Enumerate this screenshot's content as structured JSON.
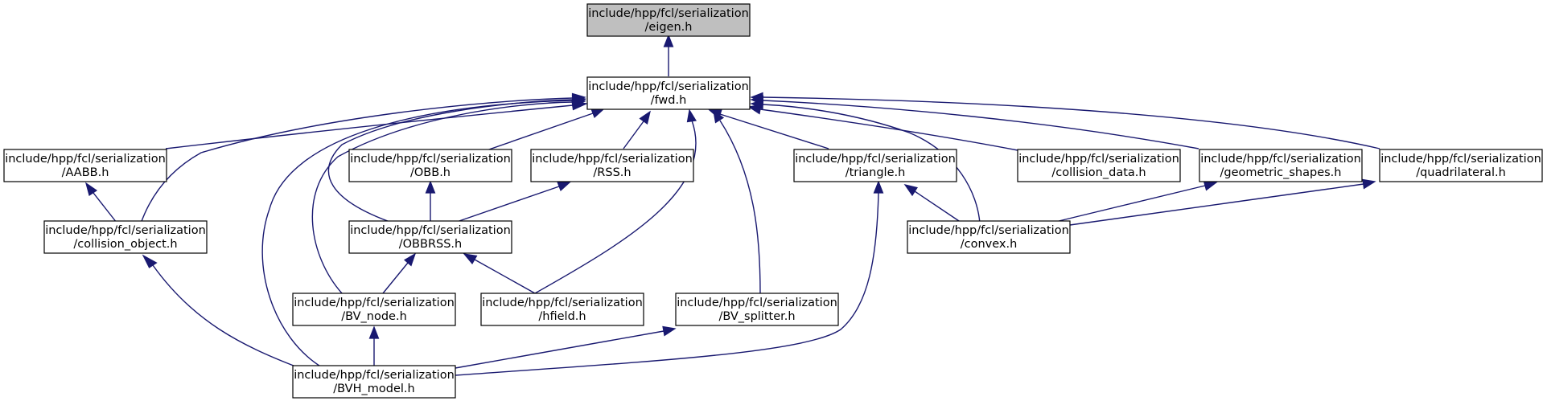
{
  "graph": {
    "colors": {
      "edge": "#191970",
      "root_fill": "#bfbfbf",
      "node_fill": "#ffffff",
      "node_stroke": "#000000"
    },
    "nodes": {
      "eigen": {
        "line1": "include/hpp/fcl/serialization",
        "line2": "/eigen.h"
      },
      "fwd": {
        "line1": "include/hpp/fcl/serialization",
        "line2": "/fwd.h"
      },
      "aabb": {
        "line1": "include/hpp/fcl/serialization",
        "line2": "/AABB.h"
      },
      "obb": {
        "line1": "include/hpp/fcl/serialization",
        "line2": "/OBB.h"
      },
      "rss": {
        "line1": "include/hpp/fcl/serialization",
        "line2": "/RSS.h"
      },
      "triangle": {
        "line1": "include/hpp/fcl/serialization",
        "line2": "/triangle.h"
      },
      "collision_data": {
        "line1": "include/hpp/fcl/serialization",
        "line2": "/collision_data.h"
      },
      "geometric_shapes": {
        "line1": "include/hpp/fcl/serialization",
        "line2": "/geometric_shapes.h"
      },
      "quadrilateral": {
        "line1": "include/hpp/fcl/serialization",
        "line2": "/quadrilateral.h"
      },
      "collision_object": {
        "line1": "include/hpp/fcl/serialization",
        "line2": "/collision_object.h"
      },
      "obbrss": {
        "line1": "include/hpp/fcl/serialization",
        "line2": "/OBBRSS.h"
      },
      "convex": {
        "line1": "include/hpp/fcl/serialization",
        "line2": "/convex.h"
      },
      "bv_node": {
        "line1": "include/hpp/fcl/serialization",
        "line2": "/BV_node.h"
      },
      "hfield": {
        "line1": "include/hpp/fcl/serialization",
        "line2": "/hfield.h"
      },
      "bv_splitter": {
        "line1": "include/hpp/fcl/serialization",
        "line2": "/BV_splitter.h"
      },
      "bvh_model": {
        "line1": "include/hpp/fcl/serialization",
        "line2": "/BVH_model.h"
      }
    },
    "edges": [
      [
        "fwd",
        "eigen"
      ],
      [
        "aabb",
        "fwd"
      ],
      [
        "obb",
        "fwd"
      ],
      [
        "rss",
        "fwd"
      ],
      [
        "triangle",
        "fwd"
      ],
      [
        "collision_data",
        "fwd"
      ],
      [
        "geometric_shapes",
        "fwd"
      ],
      [
        "quadrilateral",
        "fwd"
      ],
      [
        "collision_object",
        "fwd"
      ],
      [
        "obbrss",
        "fwd"
      ],
      [
        "convex",
        "fwd"
      ],
      [
        "bv_node",
        "fwd"
      ],
      [
        "hfield",
        "fwd"
      ],
      [
        "bv_splitter",
        "fwd"
      ],
      [
        "bvh_model",
        "fwd"
      ],
      [
        "collision_object",
        "aabb"
      ],
      [
        "obbrss",
        "obb"
      ],
      [
        "obbrss",
        "rss"
      ],
      [
        "convex",
        "triangle"
      ],
      [
        "convex",
        "geometric_shapes"
      ],
      [
        "convex",
        "quadrilateral"
      ],
      [
        "bv_node",
        "obbrss"
      ],
      [
        "hfield",
        "obbrss"
      ],
      [
        "bvh_model",
        "bv_node"
      ],
      [
        "bvh_model",
        "collision_object"
      ],
      [
        "bvh_model",
        "bv_splitter"
      ],
      [
        "bvh_model",
        "triangle"
      ]
    ]
  }
}
